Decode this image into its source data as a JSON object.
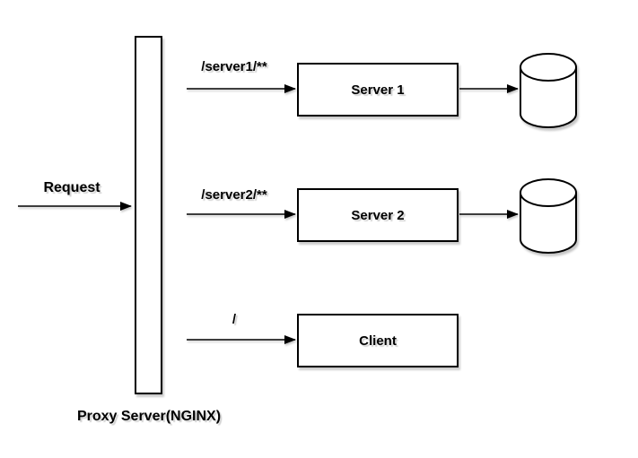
{
  "diagram": {
    "background": "#ffffff",
    "stroke_color": "#000000",
    "node_fill": "#ffffff",
    "shadow_color": "#c8c8c8",
    "request_label": "Request",
    "proxy_label": "Proxy Server(NGINX)",
    "routes": [
      {
        "path": "/server1/**",
        "node": "Server 1",
        "has_database": true
      },
      {
        "path": "/server2/**",
        "node": "Server 2",
        "has_database": true
      },
      {
        "path": "/",
        "node": "Client",
        "has_database": false
      }
    ]
  }
}
